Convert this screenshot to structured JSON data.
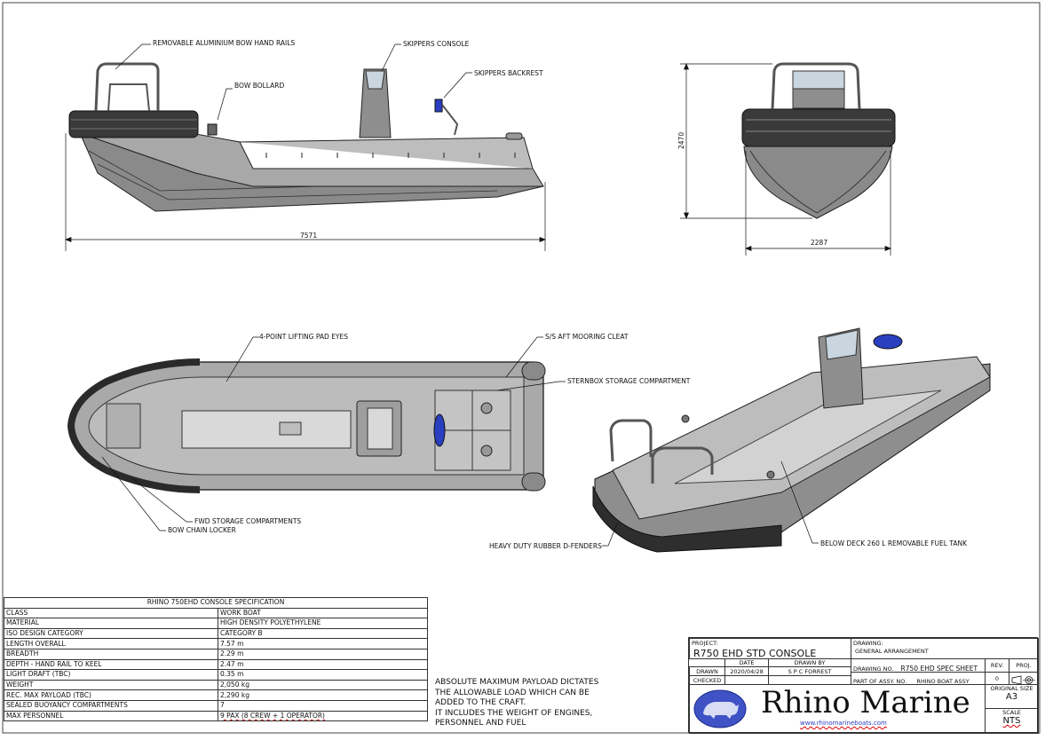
{
  "labels": {
    "handrails": "REMOVABLE ALUMINIUM BOW HAND RAILS",
    "console": "SKIPPERS CONSOLE",
    "backrest": "SKIPPERS BACKREST",
    "bollard": "BOW BOLLARD",
    "lifting": "4-POINT LIFTING PAD EYES",
    "cleat": "S/S AFT MOORING CLEAT",
    "sternbox": "STERNBOX STORAGE COMPARTMENT",
    "fwd_storage": "FWD STORAGE COMPARTMENTS",
    "chain_locker": "BOW CHAIN LOCKER",
    "fenders": "HEAVY DUTY RUBBER D-FENDERS",
    "fuel_tank": "BELOW DECK 260 L REMOVABLE FUEL TANK"
  },
  "dimensions": {
    "length": "7571",
    "height": "2470",
    "beam": "2287"
  },
  "spec": {
    "title": "RHINO 750EHD CONSOLE SPECIFICATION",
    "rows": [
      {
        "k": "CLASS",
        "v": "WORK BOAT"
      },
      {
        "k": "MATERIAL",
        "v": "HIGH DENSITY POLYETHYLENE"
      },
      {
        "k": "ISO DESIGN CATEGORY",
        "v": "CATEGORY B"
      },
      {
        "k": "LENGTH OVERALL",
        "v": "7.57 m"
      },
      {
        "k": "BREADTH",
        "v": "2.29 m"
      },
      {
        "k": "DEPTH - HAND RAIL TO KEEL",
        "v": "2.47 m"
      },
      {
        "k": "LIGHT DRAFT (TBC)",
        "v": "0.35 m"
      },
      {
        "k": "WEIGHT",
        "v": "2,050 kg"
      },
      {
        "k": "REC. MAX PAYLOAD (TBC)",
        "v": "2,290 kg"
      },
      {
        "k": "SEALED BUOYANCY COMPARTMENTS",
        "v": "7"
      },
      {
        "k": "MAX PERSONNEL",
        "v": "9 PAX (8 CREW + 1 OPERATOR)"
      }
    ]
  },
  "note": {
    "lines": [
      "ABSOLUTE MAXIMUM PAYLOAD DICTATES",
      "THE ALLOWABLE LOAD WHICH CAN BE",
      "ADDED TO THE CRAFT.",
      "IT INCLUDES THE WEIGHT OF ENGINES,",
      "PERSONNEL AND FUEL"
    ]
  },
  "title_block": {
    "project_label": "PROJECT:",
    "project": "R750 EHD STD CONSOLE",
    "drawing_label": "DRAWING:",
    "drawing": "GENERAL ARRANGEMENT",
    "date_label": "DATE",
    "drawnby_label": "DRAWN BY",
    "drawn_label": "DRAWN",
    "checked_label": "CHECKED",
    "date": "2020/04/28",
    "drawn_by": "S P C FORREST",
    "drawing_no_label": "DRAWING NO.",
    "drawing_no": "R750 EHD SPEC SHEET",
    "rev_label": "REV.",
    "proj_label": "PROJ.",
    "part_label": "PART OF ASSY. NO.",
    "part": "RHINO BOAT ASSY",
    "rev": "0",
    "brand": "Rhino Marine",
    "website": "www.rhinomarineboats.com",
    "orig_size_label": "ORIGINAL SIZE",
    "orig_size": "A3",
    "scale_label": "SCALE",
    "scale": "NTS"
  },
  "colors": {
    "hull": "#9a9a9a",
    "hull_dark": "#3c3c3c",
    "deck": "#b5b5b5",
    "accent_blue": "#2a3fbf"
  }
}
